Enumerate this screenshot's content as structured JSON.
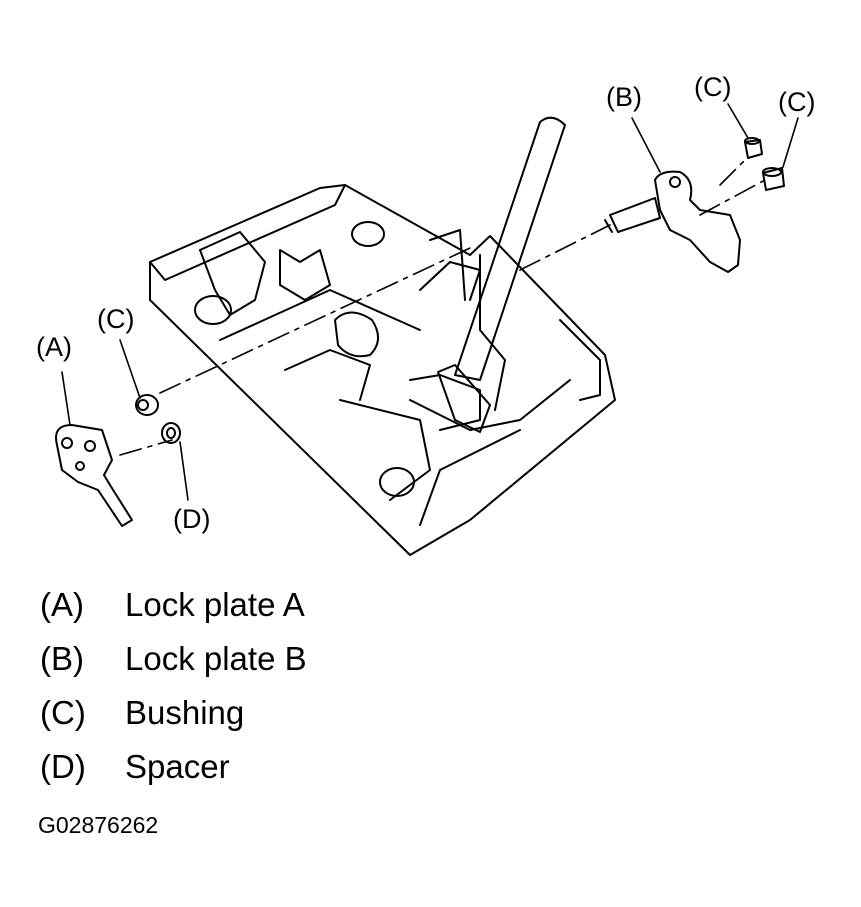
{
  "callouts": {
    "a": "(A)",
    "b": "(B)",
    "c1": "(C)",
    "c2": "(C)",
    "c3": "(C)",
    "d": "(D)"
  },
  "legend": [
    {
      "key": "(A)",
      "desc": "Lock plate A"
    },
    {
      "key": "(B)",
      "desc": "Lock plate B"
    },
    {
      "key": "(C)",
      "desc": "Bushing"
    },
    {
      "key": "(D)",
      "desc": "Spacer"
    }
  ],
  "figure_code": "G02876262"
}
